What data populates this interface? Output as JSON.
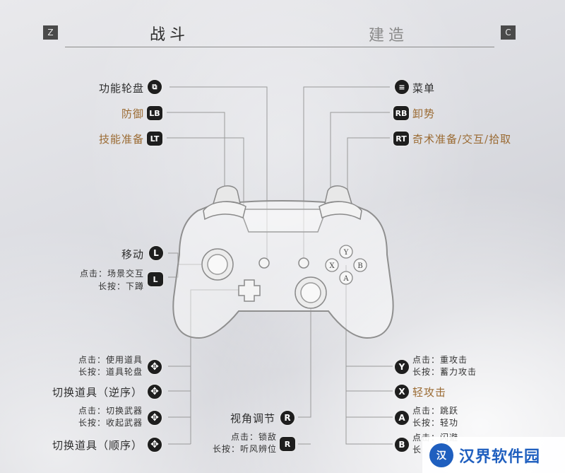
{
  "tabs": {
    "prev_key": "Z",
    "active": "战斗",
    "inactive": "建造",
    "next_key": "C"
  },
  "left_labels": {
    "function_wheel": "功能轮盘",
    "block": "防御",
    "skill_ready": "技能准备",
    "move": "移动",
    "click_interact": "点击：场景交互",
    "hold_crouch": "长按：下蹲",
    "click_use_item": "点击：使用道具",
    "hold_item_wheel": "长按：道具轮盘",
    "switch_reverse": "切换道具（逆序）",
    "click_switch_weapon": "点击：切换武器",
    "hold_sheath": "长按：收起武器",
    "switch_forward": "切换道具（顺序）"
  },
  "center_labels": {
    "camera": "视角调节",
    "click_lock": "点击：锁敌",
    "hold_listen": "长按：听风辨位"
  },
  "right_labels": {
    "menu": "菜单",
    "dodge": "卸势",
    "arcane_ready": "奇术准备/交互/拾取",
    "click_heavy": "点击：重攻击",
    "hold_charge": "长按：蓄力攻击",
    "light_attack": "轻攻击",
    "click_jump": "点击：跳跃",
    "hold_qinggong": "长按：轻功",
    "click_roll": "点击：闪避",
    "hold_partial": "长"
  },
  "icons": {
    "lb": "LB",
    "lt": "LT",
    "rb": "RB",
    "rt": "RT",
    "l": "L",
    "r": "R",
    "y": "Y",
    "x": "X",
    "a": "A",
    "b": "B"
  },
  "watermark": {
    "logo": "汉",
    "text": "汉界软件园"
  },
  "colors": {
    "accent_gold": "#9a6a32",
    "key_bg": "#4a4a4a"
  }
}
